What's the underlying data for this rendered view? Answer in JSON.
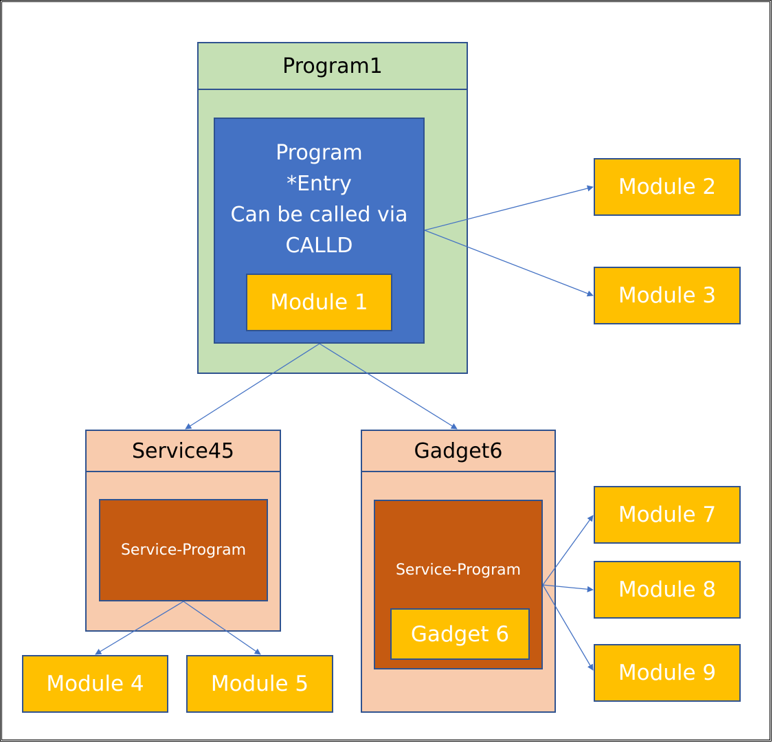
{
  "program1": {
    "title": "Program1",
    "inner_lines": [
      "Program",
      "*Entry",
      "Can be called via",
      "CALLD"
    ],
    "module": "Module 1"
  },
  "service45": {
    "title": "Service45",
    "inner": "Service-Program"
  },
  "gadget6": {
    "title": "Gadget6",
    "inner": "Service-Program",
    "module": "Gadget 6"
  },
  "modules": {
    "m2": "Module 2",
    "m3": "Module 3",
    "m4": "Module 4",
    "m5": "Module 5",
    "m7": "Module 7",
    "m8": "Module 8",
    "m9": "Module 9"
  },
  "colors": {
    "program_container": "#c5e0b4",
    "program_inner": "#4472c4",
    "service_container": "#f8cbad",
    "service_inner": "#c55a11",
    "module": "#ffc000",
    "border_and_arrows": "#4472c4"
  }
}
